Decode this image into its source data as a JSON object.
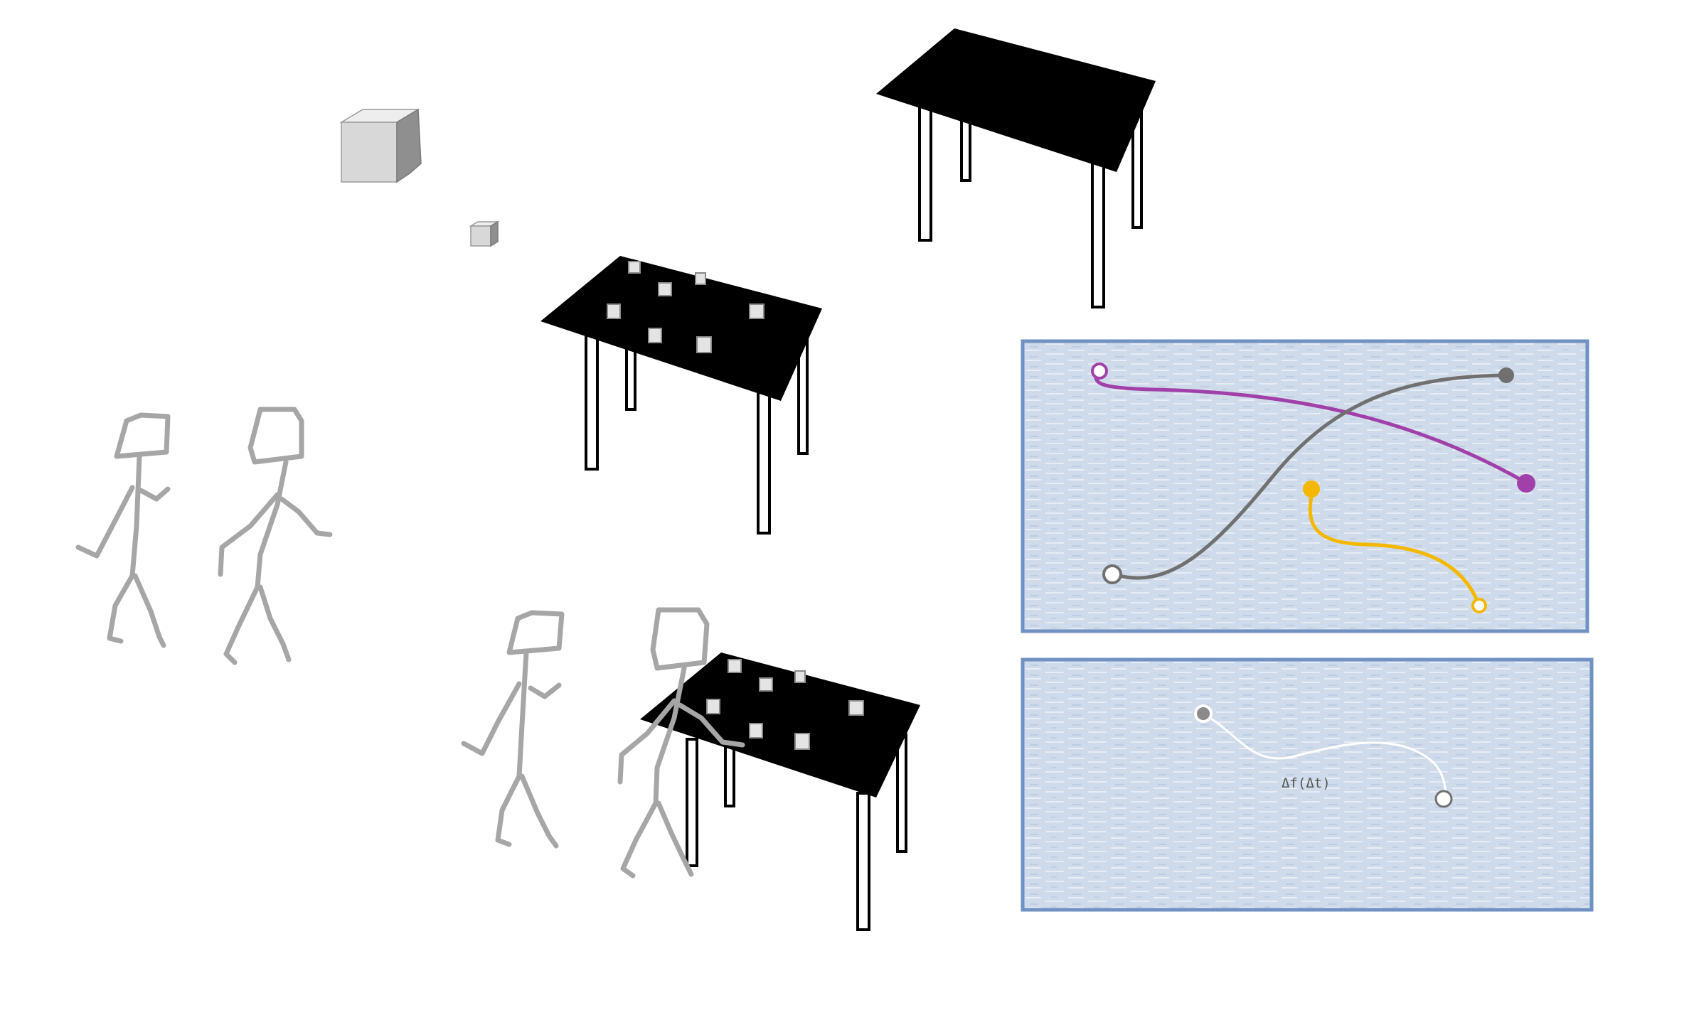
{
  "diagram": {
    "panels": [
      {
        "id": "trajectories-panel",
        "trajectories": [
          {
            "name": "purple",
            "color": "#a040a8"
          },
          {
            "name": "gray",
            "color": "#707070"
          },
          {
            "name": "yellow",
            "color": "#f5b800"
          }
        ]
      },
      {
        "id": "delta-panel",
        "label": "Δf(Δt)",
        "trajectories": [
          {
            "name": "white",
            "color": "#ffffff"
          }
        ]
      }
    ],
    "colors": {
      "panel_fill": "#cfdbea",
      "panel_border": "#7092c2",
      "figure_stroke": "#a6a6a6",
      "table_top": "#000000"
    }
  }
}
